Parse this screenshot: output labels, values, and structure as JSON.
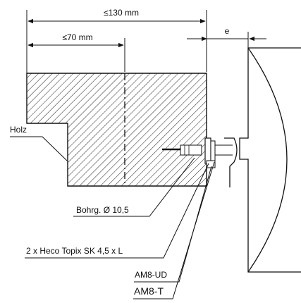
{
  "dimensions": {
    "overall": "≤130 mm",
    "hole_position": "≤70 mm",
    "gap": "e"
  },
  "labels": {
    "material": "Holz",
    "drill_hole": "Bohrg. Ø 10,5",
    "screws": "2 x Heco Topix SK 4,5 x L",
    "part_ud": "AM8-UD",
    "part_t": "AM8-T"
  },
  "colors": {
    "line": "#111111",
    "background": "#ffffff"
  }
}
